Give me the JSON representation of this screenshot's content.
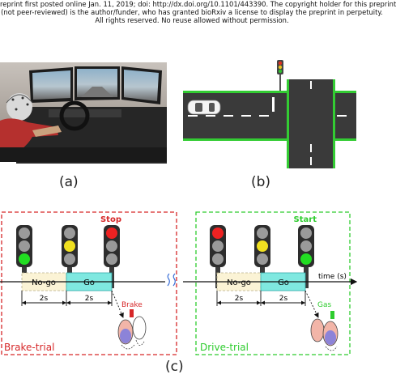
{
  "header": {
    "line1": "reprint first posted online Jan. 11, 2019; doi: http://dx.doi.org/10.1101/443390. The copyright holder for this preprint",
    "line2": "(not peer-reviewed) is the author/funder, who has granted bioRxiv a license to display the preprint in perpetuity.",
    "line3": "All rights reserved. No reuse allowed without permission."
  },
  "captions": {
    "a": "(a)",
    "b": "(b)",
    "c": "(c)"
  },
  "diagram": {
    "brake_trial": {
      "title": "Brake-trial",
      "signal": "Stop",
      "segment_1": "No-go",
      "segment_2": "Go",
      "duration_1": "2s",
      "duration_2": "2s",
      "pedal": "Brake"
    },
    "drive_trial": {
      "title": "Drive-trial",
      "signal": "Start",
      "segment_1": "No-go",
      "segment_2": "Go",
      "duration_1": "2s",
      "duration_2": "2s",
      "pedal": "Gas"
    },
    "axis_label": "time (s)"
  },
  "colors": {
    "brake_red": "#d62728",
    "drive_green": "#2ecc2e",
    "nogo_fill": "#fbf3d5",
    "go_fill": "#7fe8e0",
    "road_gray": "#3a3a3a",
    "curb_green": "#33cc33"
  }
}
